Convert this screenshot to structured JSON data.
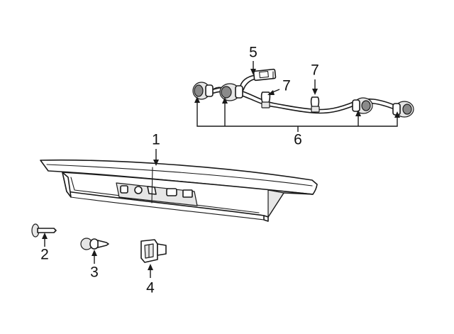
{
  "callouts": [
    {
      "id": "1",
      "label": "1"
    },
    {
      "id": "2",
      "label": "2"
    },
    {
      "id": "3",
      "label": "3"
    },
    {
      "id": "4",
      "label": "4"
    },
    {
      "id": "5",
      "label": "5"
    },
    {
      "id": "6",
      "label": "6"
    },
    {
      "id": "7a",
      "label": "7"
    },
    {
      "id": "7b",
      "label": "7"
    }
  ]
}
